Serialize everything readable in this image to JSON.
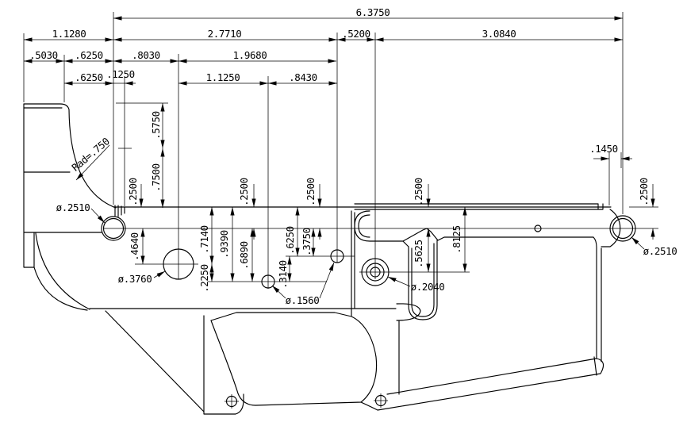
{
  "dims": {
    "overall": "6.3750",
    "row2": [
      "1.1280",
      "2.7710",
      ".5200",
      "3.0840"
    ],
    "row3": [
      ".5030",
      ".6250",
      ".8030",
      "1.9680"
    ],
    "row4": [
      ".6250",
      ".1250",
      "1.1250",
      ".8430"
    ],
    "arc_center": [
      ".5750",
      ".7500"
    ],
    "radius_note": "Rad=.750",
    "deck_offset": ".2500",
    "step_rear": ".1450",
    "vmid": [
      ".4640",
      ".7140",
      ".2250",
      ".9390",
      ".6890",
      ".3140",
      ".6250",
      ".3750"
    ],
    "vright": [
      ".5625",
      ".8125"
    ],
    "dia": {
      "pivot": "ø.2510",
      "large": "ø.3760",
      "small": "ø.1560",
      "grip": "ø.2040",
      "rear": "ø.2510"
    }
  }
}
